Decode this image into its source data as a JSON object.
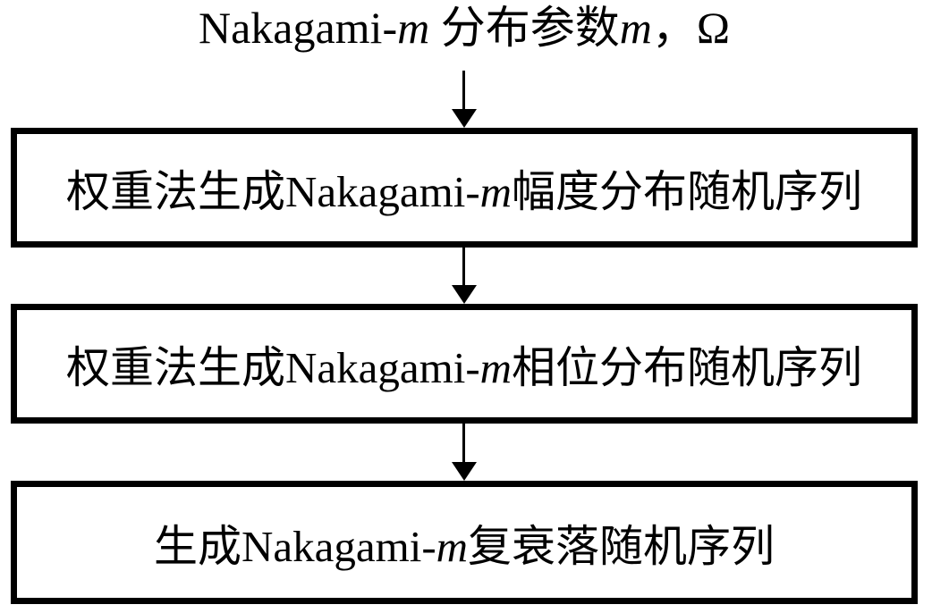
{
  "diagram": {
    "description": "Flowchart for generating a Nakagami-m complex fading random sequence",
    "line_color": "#000000",
    "background_color": "#ffffff",
    "title": {
      "latin1": "Nakagami-",
      "m1": "m",
      "mid": " 分布参数",
      "m2": "m",
      "suffix": "，Ω"
    },
    "boxes": [
      {
        "prefix": "权重法生成",
        "latin": "Nakagami-",
        "m": "m",
        "suffix": "幅度分布随机序列"
      },
      {
        "prefix": "权重法生成",
        "latin": "Nakagami-",
        "m": "m",
        "suffix": "相位分布随机序列"
      },
      {
        "prefix": "生成",
        "latin": "Nakagami-",
        "m": "m",
        "suffix": "复衰落随机序列"
      }
    ]
  }
}
